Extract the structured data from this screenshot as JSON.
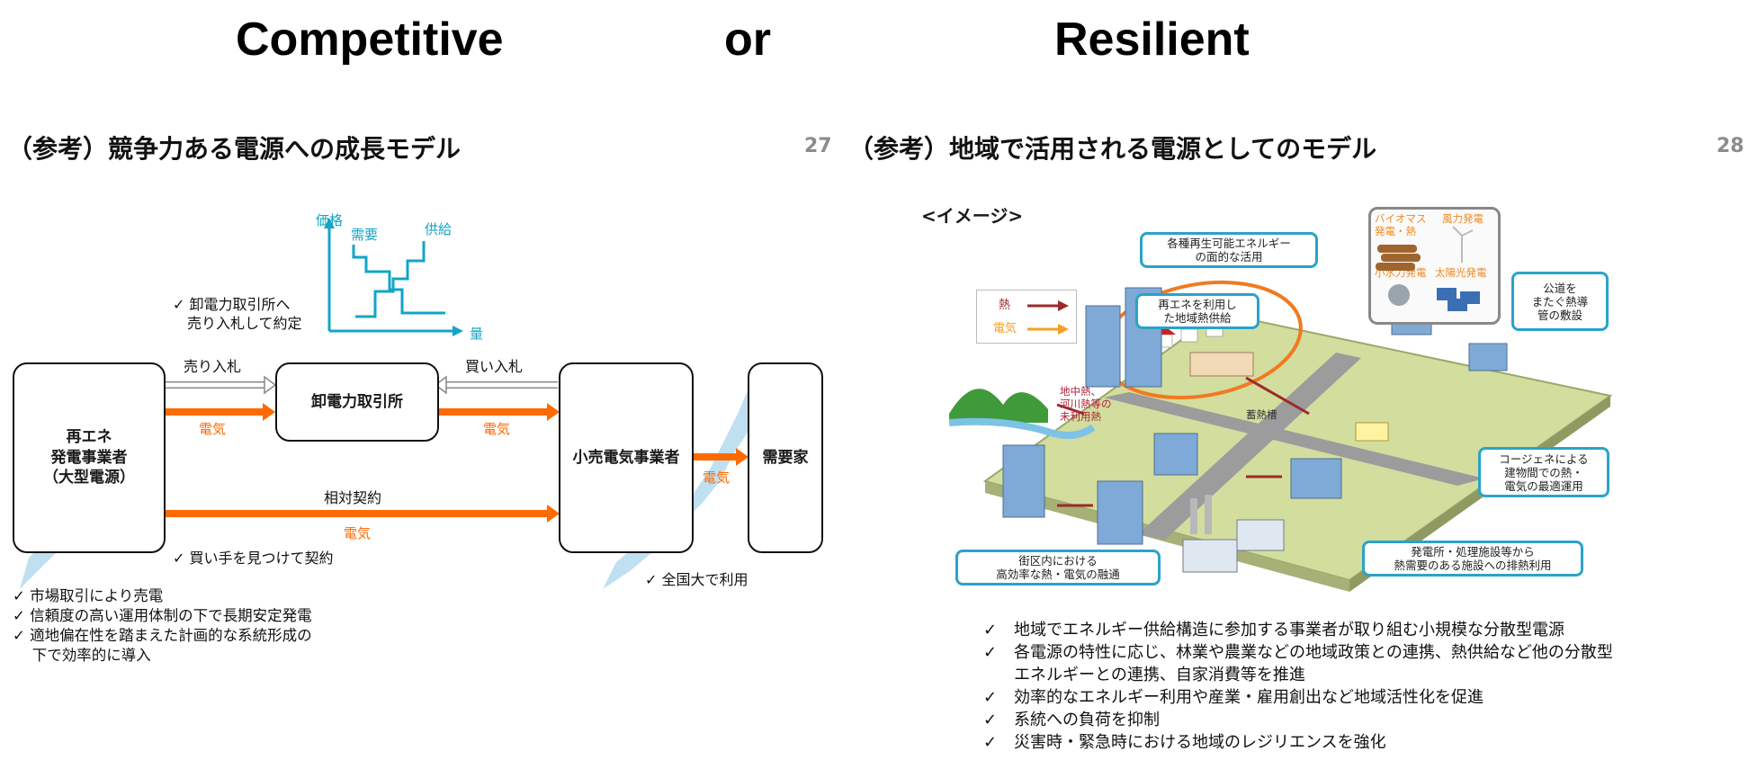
{
  "header": {
    "left": "Competitive",
    "middle": "or",
    "right": "Resilient"
  },
  "left_slide": {
    "title": "（参考）競争力ある電源への成長モデル",
    "page_number": "27",
    "graph": {
      "y_axis": "価格",
      "x_axis": "量",
      "demand": "需要",
      "supply": "供給"
    },
    "note_exchange": "✓ 卸電力取引所へ\n　売り入札して約定",
    "boxes": {
      "generator": "再エネ\n発電事業者\n（大型電源）",
      "exchange": "卸電力取引所",
      "retailer": "小売電気事業者",
      "consumer": "需要家"
    },
    "flows": {
      "sell_bid": "売り入札",
      "buy_bid": "買い入札",
      "electricity": "電気",
      "bilateral": "相対契約"
    },
    "note_buyer": "✓ 買い手を見つけて契約",
    "note_nationwide": "✓ 全国大で利用",
    "bullets": "✓ 市場取引により売電\n✓ 信頼度の高い運用体制の下で長期安定発電\n✓ 適地偏在性を踏まえた計画的な系統形成の\n　 下で効率的に導入"
  },
  "right_slide": {
    "title": "（参考）地域で活用される電源としてのモデル",
    "page_number": "28",
    "image_label": "<イメージ>",
    "legend": {
      "heat": "熱",
      "electricity": "電気"
    },
    "callouts": {
      "renewables": "各種再生可能エネルギー\nの面的な活用",
      "district_heat": "再エネを利用し\nた地域熱供給",
      "sources": "バイオマス\n発電・熱",
      "wind": "風力発電",
      "hydro": "小水力発電",
      "solar": "太陽光発電",
      "heat_pipe": "公道を\nまたぐ熱導\n管の敷設",
      "unused_heat": "地中熱、\n河川熱等の\n未利用熱",
      "storage": "蓄熱槽",
      "cogeneration": "コージェネによる\n建物間での熱・\n電気の最適運用",
      "block": "街区内における\n高効率な熱・電気の融通",
      "waste_heat": "発電所・処理施設等から\n熱需要のある施設への排熱利用"
    },
    "bullets": [
      "地域でエネルギー供給構造に参加する事業者が取り組む小規模な分散型電源",
      "各電源の特性に応じ、林業や農業などの地域政策との連携、熱供給など他の分散型",
      "エネルギーとの連携、自家消費等を推進",
      "効率的なエネルギー利用や産業・雇用創出など地域活性化を促進",
      "系統への負荷を抑制",
      "災害時・緊急時における地域のレジリエンスを強化"
    ],
    "bullet_check": "✓"
  },
  "colors": {
    "electricity": "#ff6a00",
    "graph": "#12a5c8",
    "callout_border": "#2aa3c9",
    "heat": "#9b2a2a",
    "elec_legend": "#f5a020"
  }
}
